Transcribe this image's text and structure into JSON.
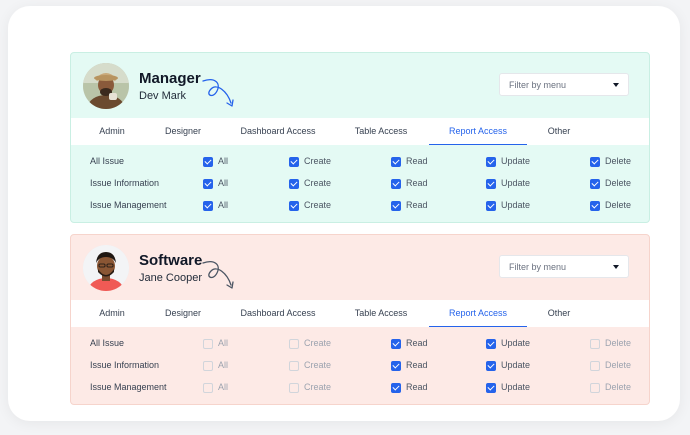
{
  "cards": [
    {
      "role": "Manager",
      "person": "Dev Mark",
      "filter_placeholder": "Filter by menu",
      "tabs": [
        "Admin",
        "Designer",
        "Dashboard Access",
        "Table Access",
        "Report Access",
        "Other"
      ],
      "active_tab": "Report Access",
      "permission_labels": [
        "All",
        "Create",
        "Read",
        "Update",
        "Delete"
      ],
      "rows": [
        {
          "label": "All Issue",
          "checks": [
            true,
            true,
            true,
            true,
            true
          ]
        },
        {
          "label": "Issue Information",
          "checks": [
            true,
            true,
            true,
            true,
            true
          ]
        },
        {
          "label": "Issue Management",
          "checks": [
            true,
            true,
            true,
            true,
            true
          ]
        }
      ]
    },
    {
      "role": "Software",
      "person": "Jane Cooper",
      "filter_placeholder": "Filter by menu",
      "tabs": [
        "Admin",
        "Designer",
        "Dashboard Access",
        "Table Access",
        "Report Access",
        "Other"
      ],
      "active_tab": "Report Access",
      "permission_labels": [
        "All",
        "Create",
        "Read",
        "Update",
        "Delete"
      ],
      "rows": [
        {
          "label": "All Issue",
          "checks": [
            false,
            false,
            true,
            true,
            false
          ]
        },
        {
          "label": "Issue Information",
          "checks": [
            false,
            false,
            true,
            true,
            false
          ]
        },
        {
          "label": "Issue Management",
          "checks": [
            false,
            false,
            true,
            true,
            false
          ]
        }
      ]
    }
  ],
  "colors": {
    "accent": "#2563eb",
    "manager_card_bg": "#e4faf4",
    "software_card_bg": "#fdeae6",
    "arrow_manager": "#2563eb",
    "arrow_software": "#4b5563"
  },
  "icons": [
    "curly-arrow-icon",
    "chevron-down-icon",
    "checkbox-checked-icon",
    "checkbox-unchecked-icon"
  ]
}
